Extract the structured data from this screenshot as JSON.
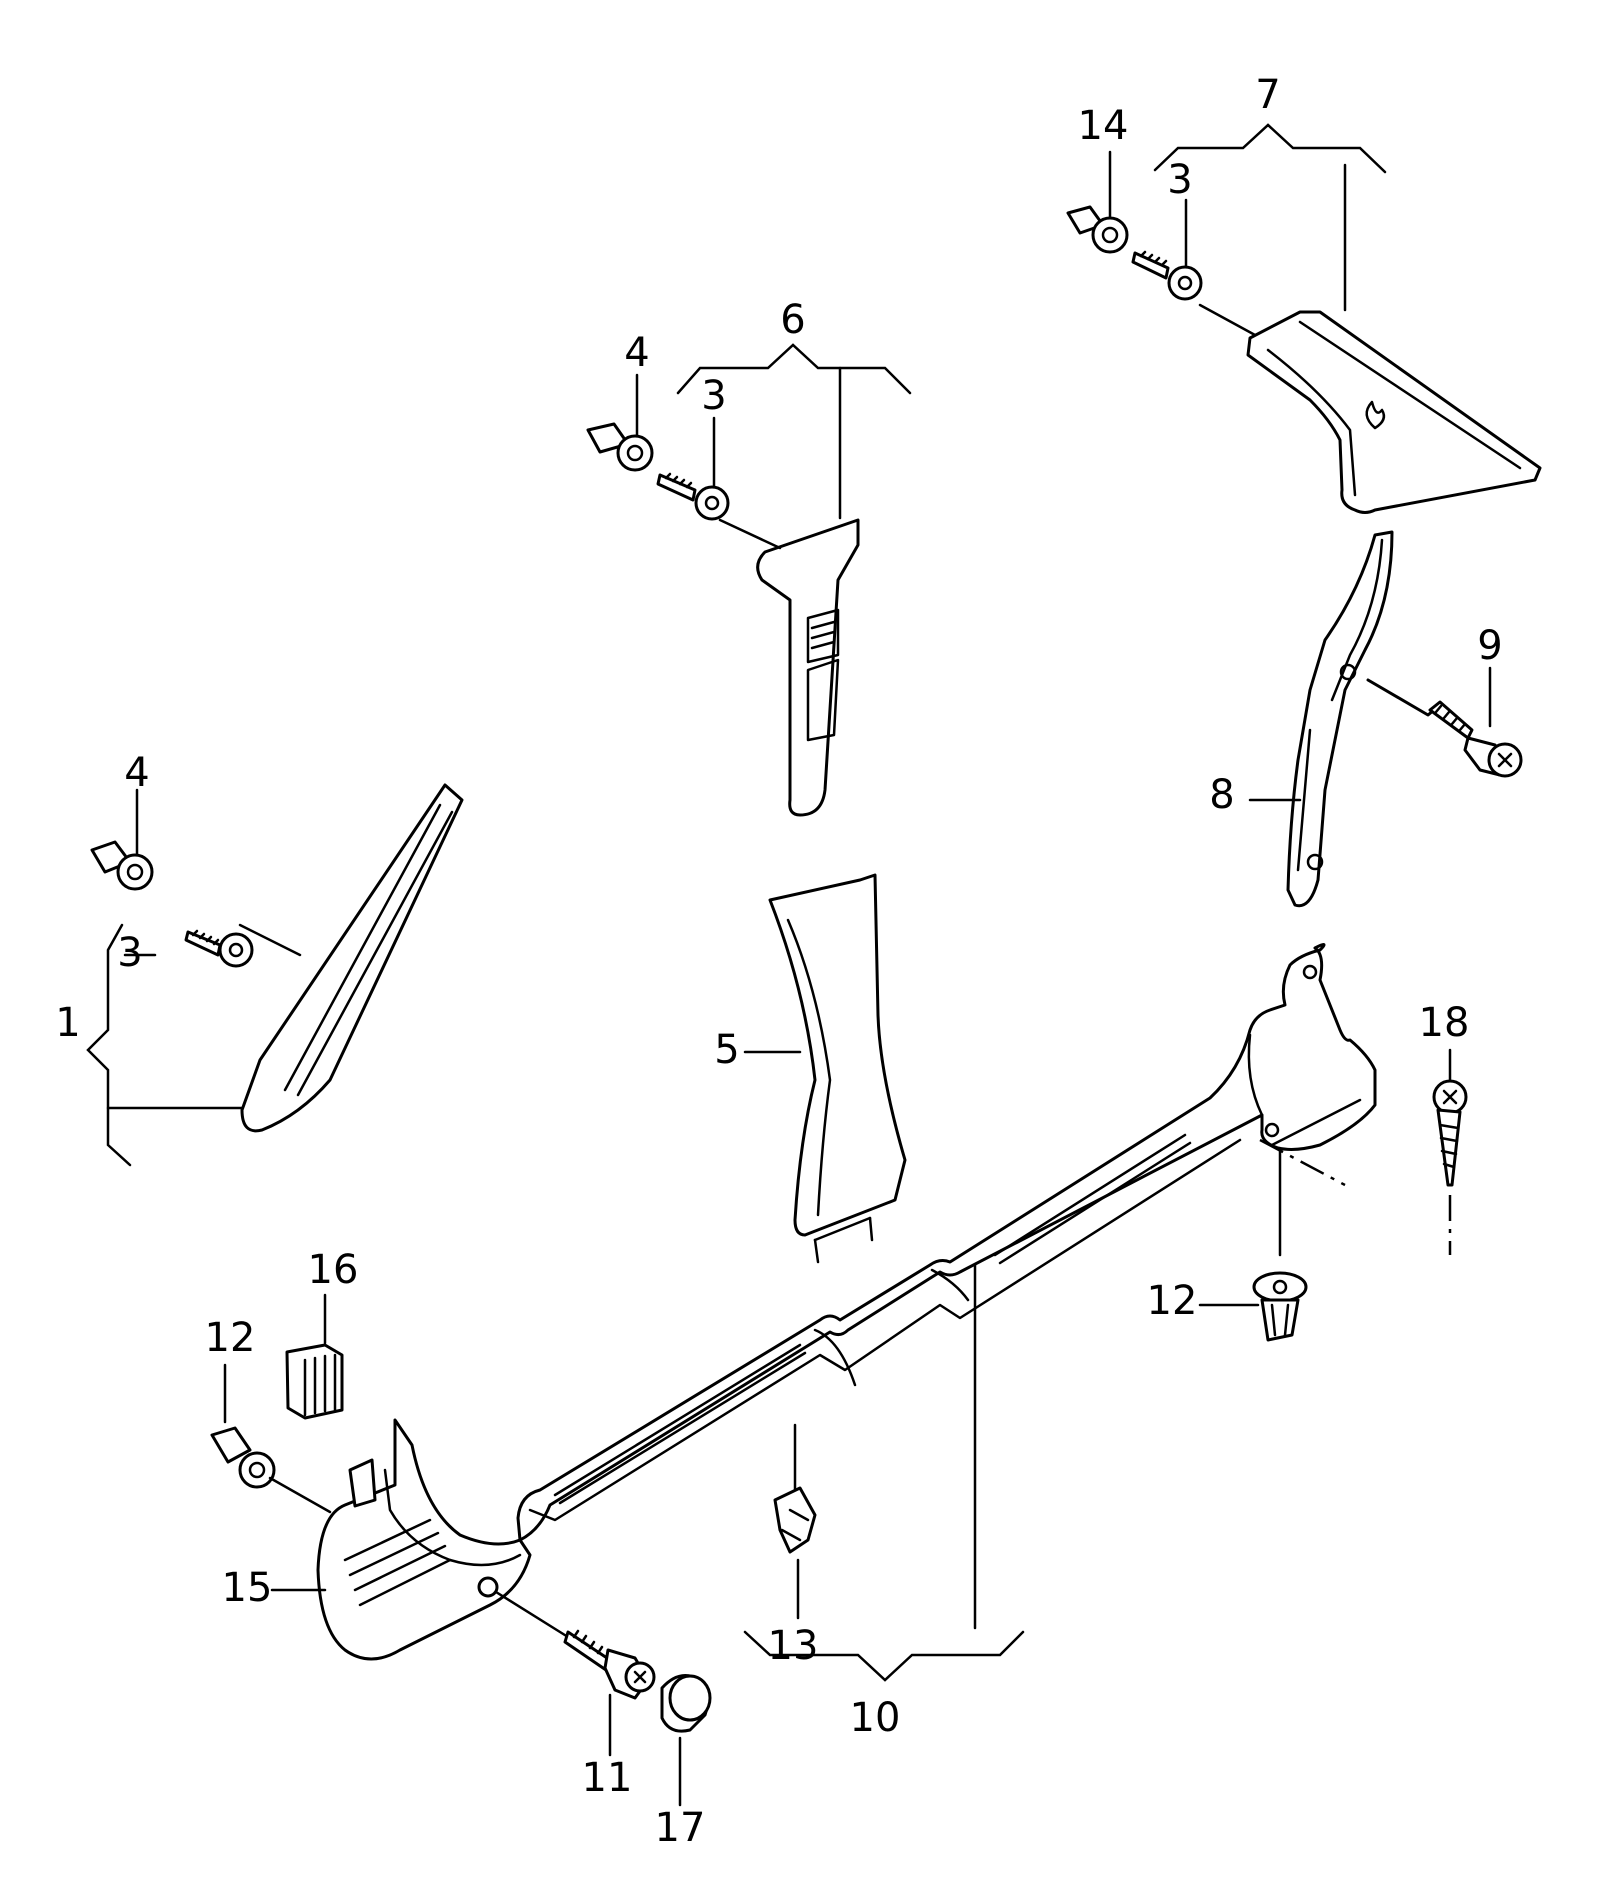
{
  "diagram": {
    "callouts": {
      "c1": "1",
      "c3a": "3",
      "c3b": "3",
      "c3c": "3",
      "c4a": "4",
      "c4b": "4",
      "c5": "5",
      "c6": "6",
      "c7": "7",
      "c8": "8",
      "c9": "9",
      "c10": "10",
      "c11": "11",
      "c12a": "12",
      "c12b": "12",
      "c13": "13",
      "c14": "14",
      "c15": "15",
      "c16": "16",
      "c17": "17",
      "c18": "18"
    }
  }
}
